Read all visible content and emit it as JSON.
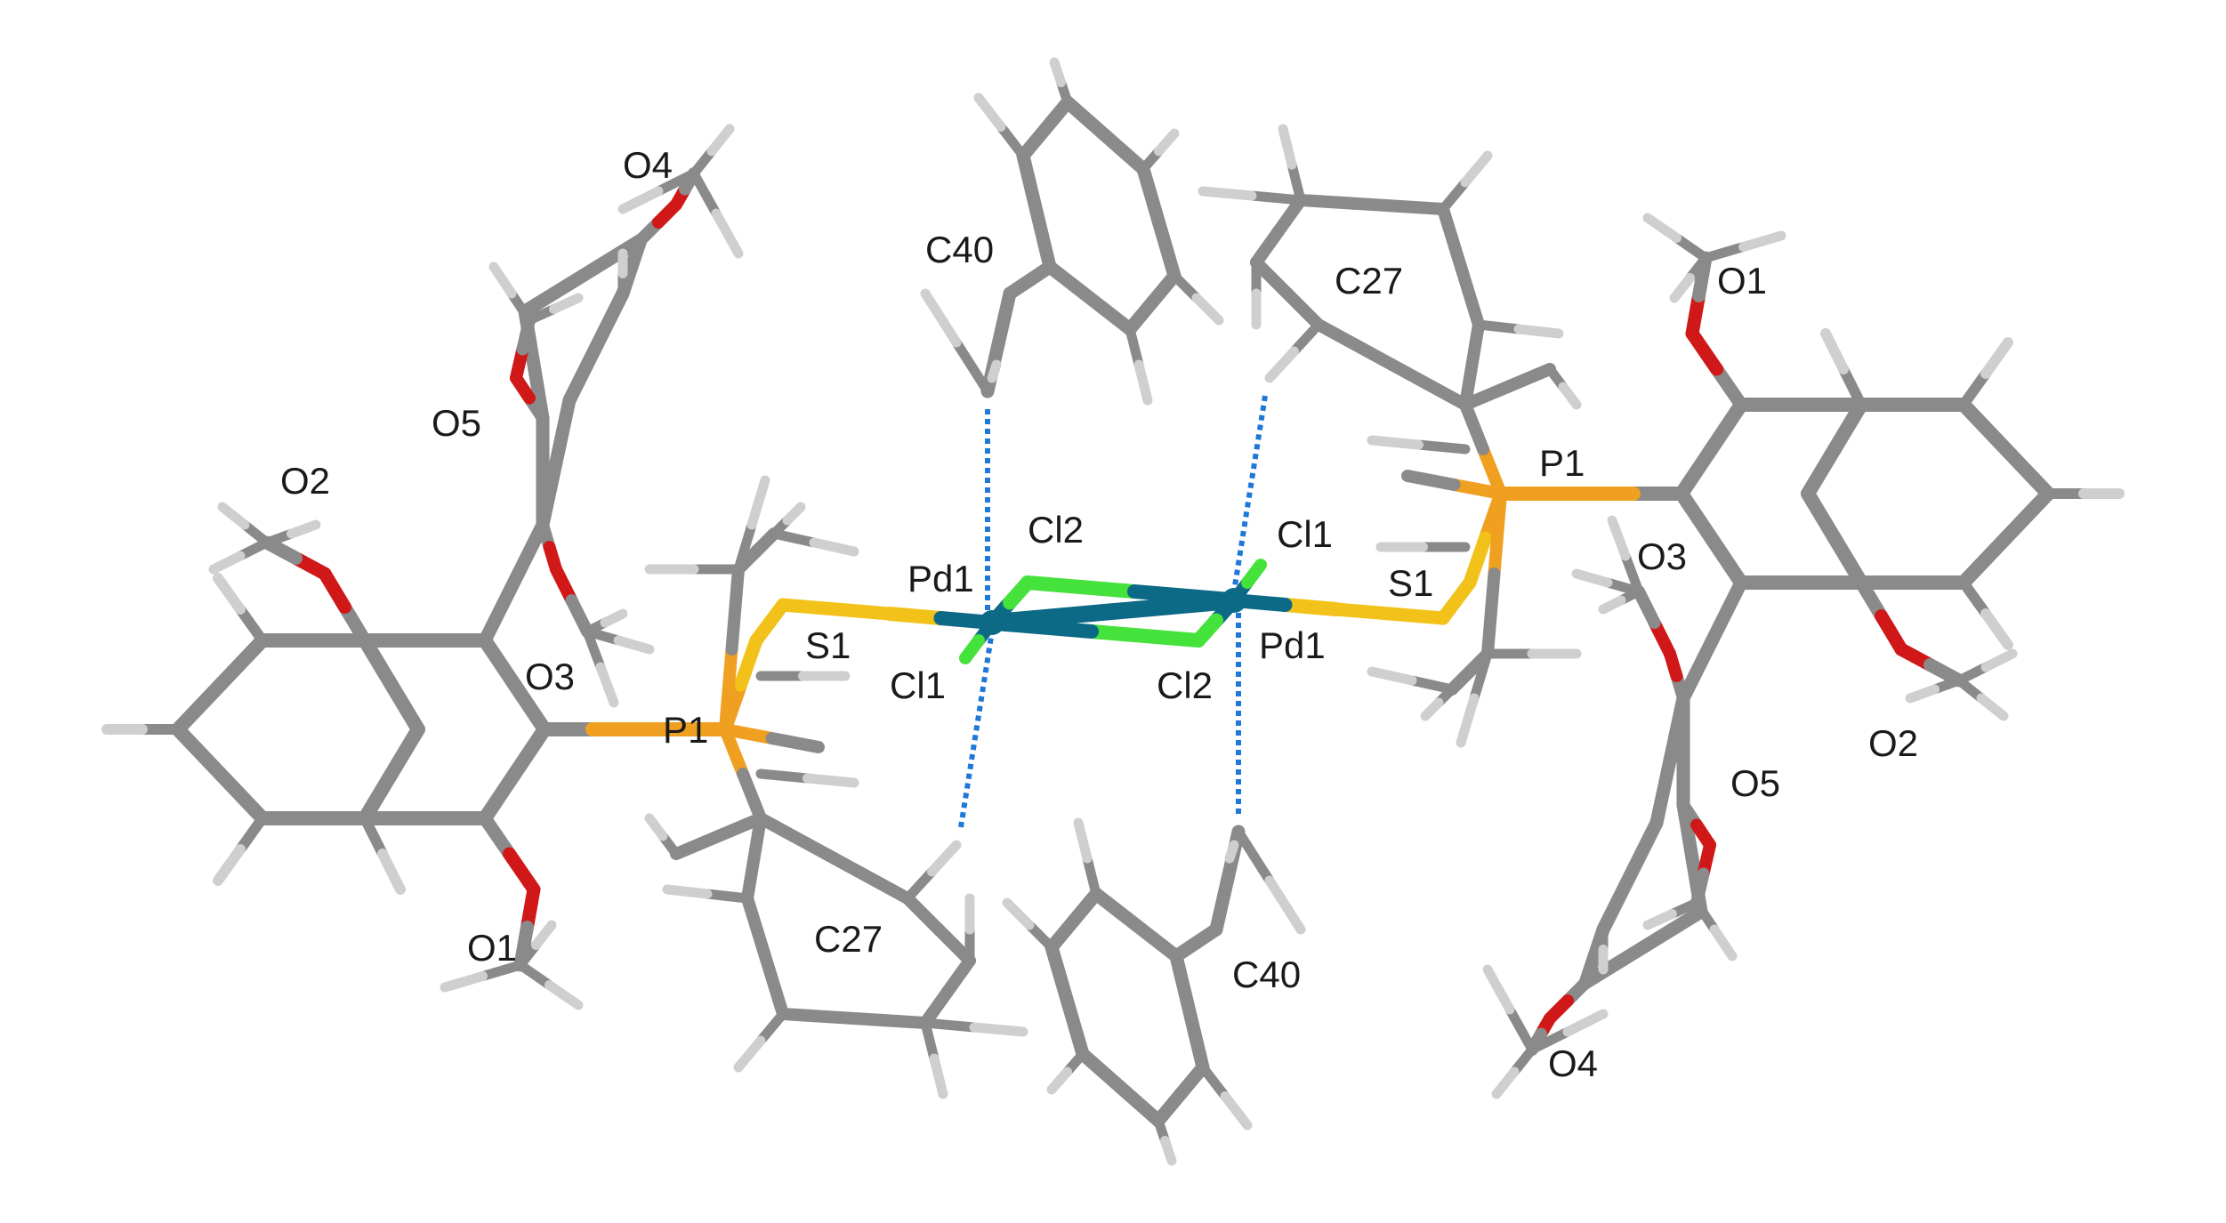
{
  "colors": {
    "carbon": "#8a8a8a",
    "hydrogen": "#cfcfcf",
    "oxygen": "#d01818",
    "phosphorus": "#f0a020",
    "sulfur": "#f2c21a",
    "chlorine": "#44e23a",
    "palladium": "#0d6a86",
    "contact": "#1f78d8"
  },
  "labels": [
    {
      "id": "o4-left",
      "text": "O4"
    },
    {
      "id": "c40-top",
      "text": "C40"
    },
    {
      "id": "c27-top",
      "text": "C27"
    },
    {
      "id": "o1-right",
      "text": "O1"
    },
    {
      "id": "o5-left",
      "text": "O5"
    },
    {
      "id": "o2-left",
      "text": "O2"
    },
    {
      "id": "p1-right",
      "text": "P1"
    },
    {
      "id": "cl2-top",
      "text": "Cl2"
    },
    {
      "id": "cl1-top",
      "text": "Cl1"
    },
    {
      "id": "o3-right",
      "text": "O3"
    },
    {
      "id": "pd1-left",
      "text": "Pd1"
    },
    {
      "id": "s1-right",
      "text": "S1"
    },
    {
      "id": "s1-left",
      "text": "S1"
    },
    {
      "id": "cl1-bottom",
      "text": "Cl1"
    },
    {
      "id": "cl2-bottom",
      "text": "Cl2"
    },
    {
      "id": "pd1-right",
      "text": "Pd1"
    },
    {
      "id": "o3-left",
      "text": "O3"
    },
    {
      "id": "p1-left",
      "text": "P1"
    },
    {
      "id": "o2-right",
      "text": "O2"
    },
    {
      "id": "o5-right",
      "text": "O5"
    },
    {
      "id": "o1-left",
      "text": "O1"
    },
    {
      "id": "c27-bottom",
      "text": "C27"
    },
    {
      "id": "c40-bottom",
      "text": "C40"
    },
    {
      "id": "o4-right",
      "text": "O4"
    }
  ]
}
